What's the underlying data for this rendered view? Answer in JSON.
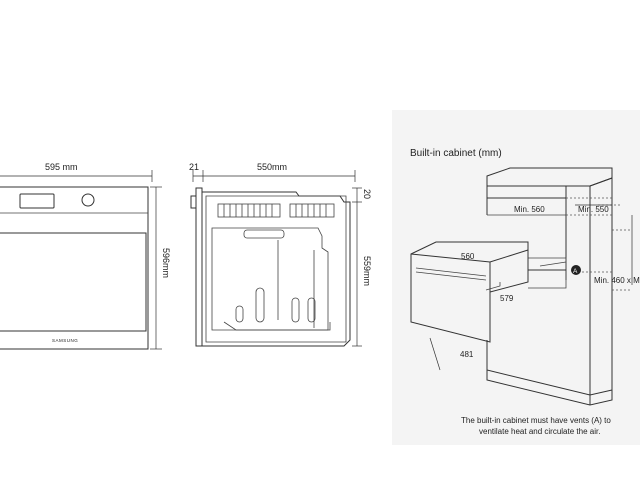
{
  "front_view": {
    "width_label": "595 mm",
    "height_label": "596mm",
    "brand": "SAMSUNG"
  },
  "side_view": {
    "panel_label": "21",
    "depth_label": "550mm",
    "top_label": "20",
    "height_label": "559mm"
  },
  "cabinet": {
    "title": "Built-in cabinet (mm)",
    "min_width_label": "Min. 560",
    "min_depth_label": "Min. 550",
    "oven_width_label": "560",
    "oven_height_label": "579",
    "oven_depth_label": "481",
    "vent_marker": "A",
    "min_height_label": "Min. 460 x Min.",
    "note_line1": "The built-in cabinet must have vents (A) to",
    "note_line2": "ventilate heat and circulate the air."
  }
}
